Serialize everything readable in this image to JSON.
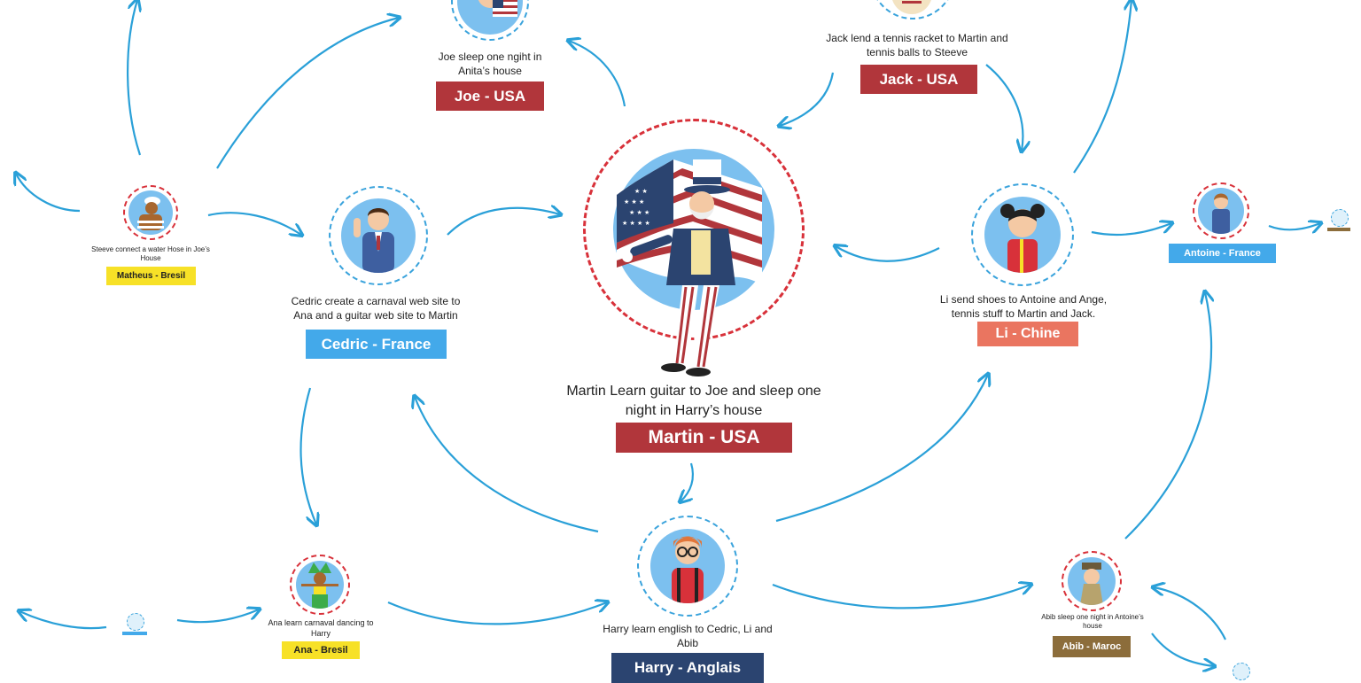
{
  "center": {
    "description": "Martin Learn guitar to Joe and sleep one night in Harry’s house",
    "label": "Martin - USA"
  },
  "nodes": {
    "joe": {
      "description": "Joe sleep one ngiht in Anita’s house",
      "label": "Joe - USA"
    },
    "jack": {
      "description": "Jack lend a tennis racket to Martin and tennis balls to Steeve",
      "label": "Jack - USA"
    },
    "matheus": {
      "description": "Steeve connect a water Hose in Joe’s House",
      "label": "Matheus - Bresil"
    },
    "cedric": {
      "description": "Cedric create a carnaval web site to Ana and a guitar web site to Martin",
      "label": "Cedric - France"
    },
    "li": {
      "description": "Li send shoes to Antoine and Ange, tennis stuff to Martin and Jack.",
      "label": "Li - Chine"
    },
    "antoine": {
      "label": "Antoine - France"
    },
    "ana": {
      "description": "Ana learn carnaval dancing to Harry",
      "label": "Ana - Bresil"
    },
    "harry": {
      "description": "Harry learn english to Cedric, Li and Abib",
      "label": "Harry - Anglais"
    },
    "abib": {
      "description": "Abib sleep one night in Antoine’s house",
      "label": "Abib - Maroc"
    }
  },
  "colors": {
    "arrow": "#2aa0d8",
    "usa": "#b1363b",
    "france": "#43a9ea",
    "bresil": "#f7e127",
    "chine": "#ea7560",
    "anglais": "#2b4470",
    "maroc": "#8c6d3b"
  }
}
